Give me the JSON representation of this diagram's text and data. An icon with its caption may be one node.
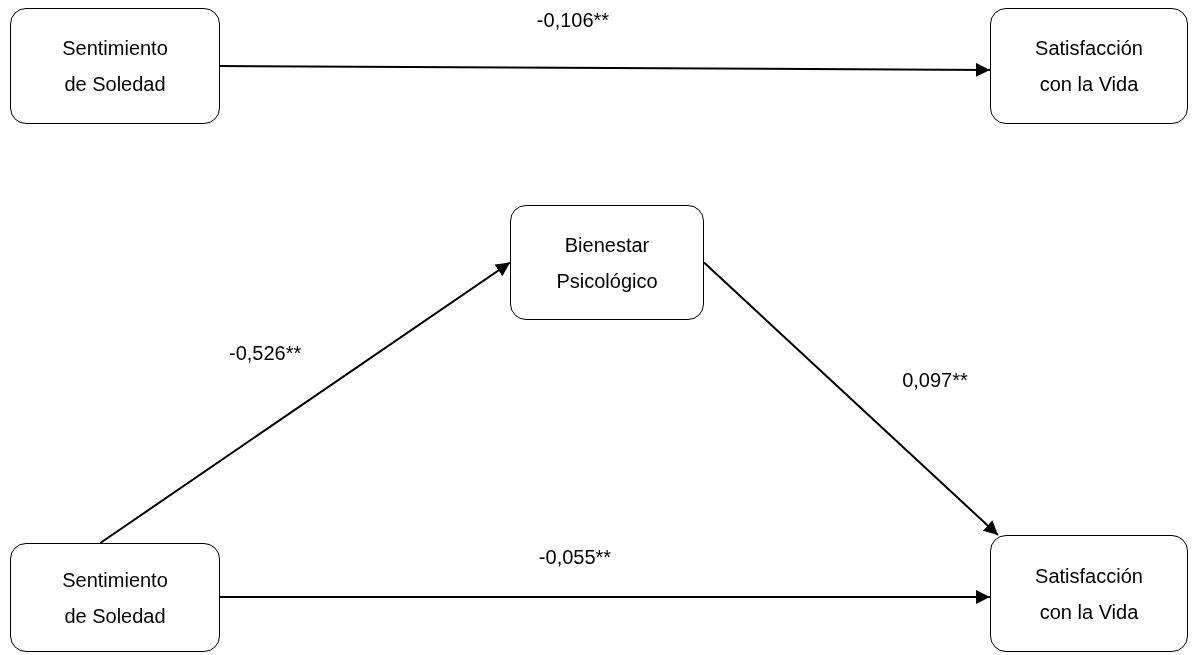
{
  "diagram": {
    "nodes": [
      {
        "text": [
          "Sentimiento de Soledad"
        ]
      },
      {
        "text": [
          "Satisfacción con la Vida"
        ]
      },
      {
        "text": [
          "Bienestar Psicológico"
        ]
      },
      {
        "text": [
          "Sentimiento de Soledad"
        ]
      },
      {
        "text": [
          "Satisfacción con la Vida"
        ]
      }
    ],
    "edges": [
      {
        "from": 0,
        "to": 1,
        "arrow": "to",
        "label": "-0,106**"
      },
      {
        "from": 3,
        "to": 2,
        "arrow": "to",
        "label": "-0,526**"
      },
      {
        "from": 2,
        "to": 4,
        "arrow": "to",
        "label": "0,097**"
      },
      {
        "from": 3,
        "to": 4,
        "arrow": "to",
        "label": "-0,055**"
      }
    ]
  }
}
